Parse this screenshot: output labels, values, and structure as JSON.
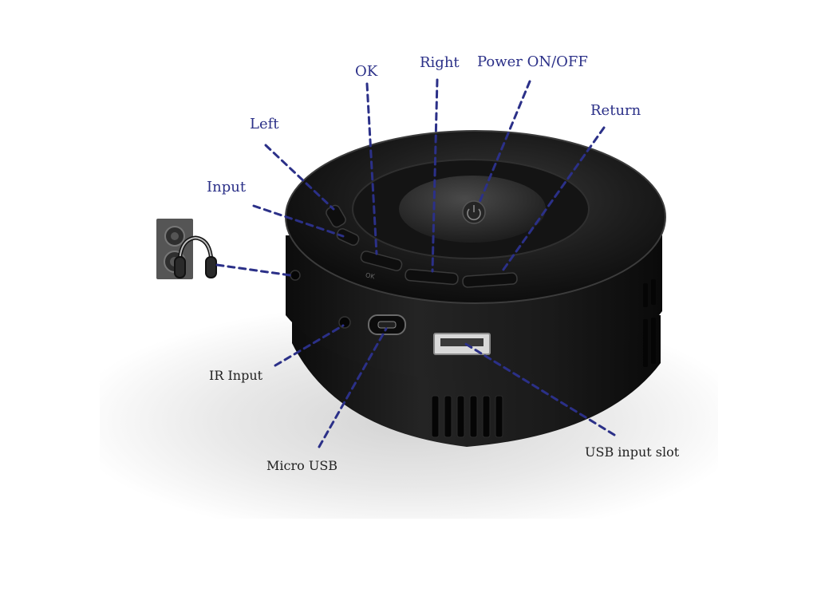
{
  "labels": {
    "left": "Left",
    "ok": "OK",
    "right": "Right",
    "power": "Power ON/OFF",
    "return": "Return",
    "input": "Input",
    "ir_input": "IR Input",
    "micro_usb": "Micro USB",
    "usb_input_slot": "USB input slot"
  },
  "device_marks": {
    "ok_mark": "OK"
  },
  "icons": [
    "speaker-icon",
    "headphones-icon",
    "power-icon"
  ],
  "colors": {
    "callout": "#2b3088",
    "device": "#161616",
    "bottom_label_text": "#222222"
  }
}
